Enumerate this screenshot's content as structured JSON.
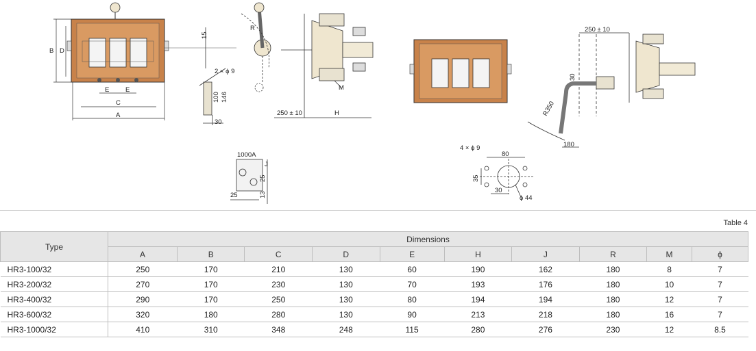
{
  "drawing": {
    "labels": {
      "A": "A",
      "B": "B",
      "C": "C",
      "D": "D",
      "E1": "E",
      "E2": "E",
      "fifteen": "15",
      "two_x_phi9": "2 × ϕ 9",
      "hundred": "100",
      "one46": "146",
      "thirty_a": "30",
      "R": "R",
      "M": "M",
      "H": "H",
      "d250_a": "250 ± 10",
      "d250_b": "250 ± 10",
      "thirty_b": "30",
      "R350": "R350",
      "one80": "180",
      "one000A": "1000A",
      "J": "J",
      "twentyfive_a": "25",
      "twentyfive_b": "25",
      "thirteen": "13",
      "four_x_phi9": "4 × ϕ 9",
      "eighty": "80",
      "thirtyfive": "35",
      "thirty_c": "30",
      "phi44": "ϕ 44"
    }
  },
  "table_caption": "Table 4",
  "table": {
    "type_header": "Type",
    "group_header": "Dimensions",
    "columns": [
      "A",
      "B",
      "C",
      "D",
      "E",
      "H",
      "J",
      "R",
      "M",
      "ϕ"
    ],
    "rows": [
      {
        "type": "HR3-100/32",
        "values": [
          "250",
          "170",
          "210",
          "130",
          "60",
          "190",
          "162",
          "180",
          "8",
          "7"
        ]
      },
      {
        "type": "HR3-200/32",
        "values": [
          "270",
          "170",
          "230",
          "130",
          "70",
          "193",
          "176",
          "180",
          "10",
          "7"
        ]
      },
      {
        "type": "HR3-400/32",
        "values": [
          "290",
          "170",
          "250",
          "130",
          "80",
          "194",
          "194",
          "180",
          "12",
          "7"
        ]
      },
      {
        "type": "HR3-600/32",
        "values": [
          "320",
          "180",
          "280",
          "130",
          "90",
          "213",
          "218",
          "180",
          "16",
          "7"
        ]
      },
      {
        "type": "HR3-1000/32",
        "values": [
          "410",
          "310",
          "348",
          "248",
          "115",
          "280",
          "276",
          "230",
          "12",
          "8.5"
        ]
      }
    ]
  }
}
